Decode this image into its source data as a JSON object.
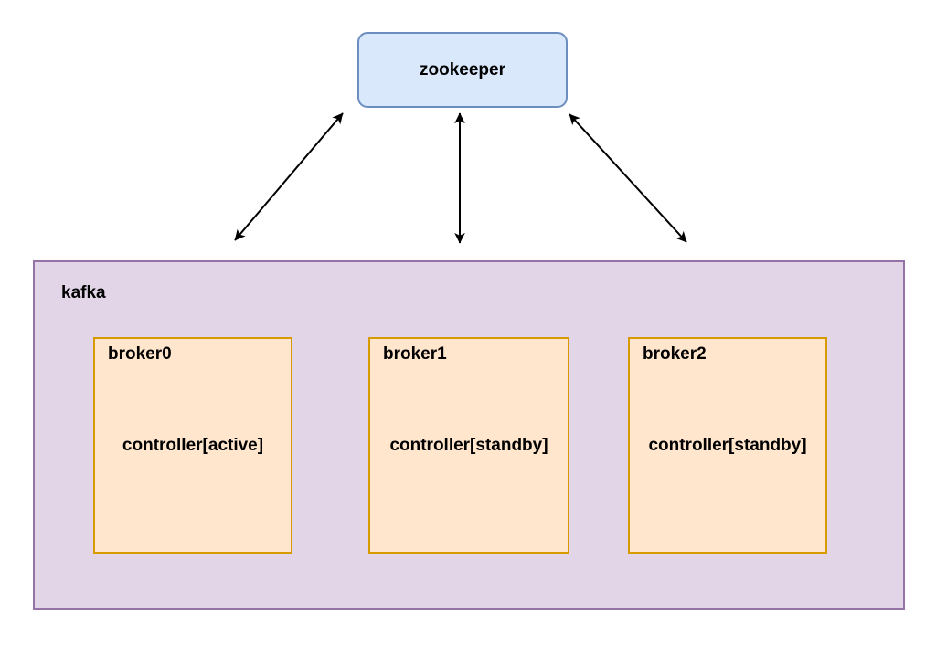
{
  "diagram": {
    "zookeeper": {
      "label": "zookeeper"
    },
    "kafka": {
      "label": "kafka",
      "brokers": [
        {
          "label": "broker0",
          "controller": "controller[active]"
        },
        {
          "label": "broker1",
          "controller": "controller[standby]"
        },
        {
          "label": "broker2",
          "controller": "controller[standby]"
        }
      ]
    },
    "colors": {
      "zookeeper_fill": "#dae8fc",
      "zookeeper_stroke": "#6c8ebf",
      "kafka_fill": "#e1d5e7",
      "kafka_stroke": "#9673a6",
      "broker_fill": "#ffe6cc",
      "broker_stroke": "#d79b00",
      "arrow": "#000000"
    }
  }
}
